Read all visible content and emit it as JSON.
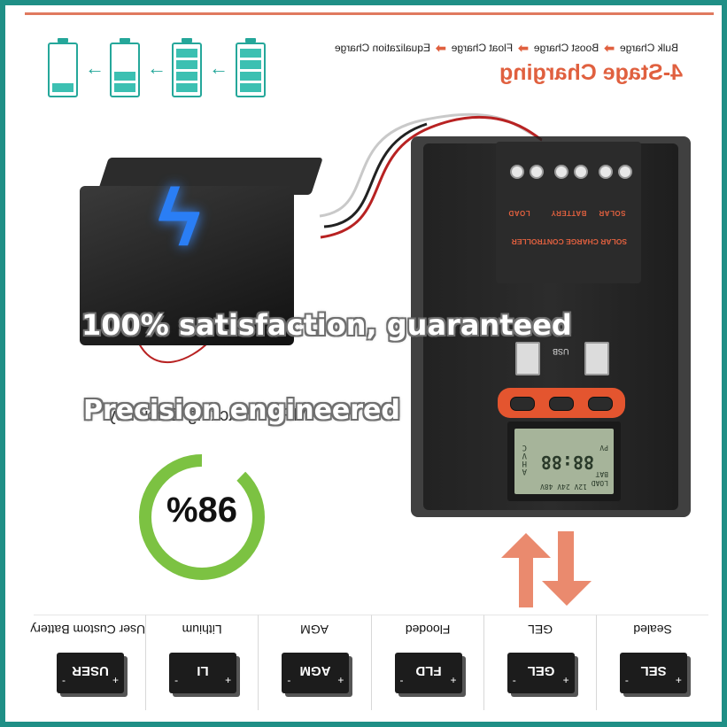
{
  "header": {
    "title": "4-Stage Charging",
    "stages": [
      "Bulk Charge",
      "Boost Charge",
      "Float Charge",
      "Equalization Charge"
    ],
    "arrow_glyph": "➡"
  },
  "battery_fill_levels": [
    0.25,
    0.5,
    1.0,
    1.0
  ],
  "controller": {
    "product_name": "SOLAR CHARGE CONTROLLER",
    "terminals": [
      "LOAD",
      "BATTERY",
      "SOLAR"
    ],
    "usb_label": "USB",
    "lcd": {
      "voltages": "12V 24V 48V",
      "digits": "88:88",
      "units": "AHVC",
      "indicators": [
        "LOAD",
        "BAT",
        "PV"
      ]
    }
  },
  "overlays": {
    "satisfaction": "100% satisfaction, guaranteed",
    "precision": "Precision engineered"
  },
  "efficiency": {
    "mirrored_caption": "MPPT Tracking Efficiency",
    "value_text": "%86",
    "ring_color": "#7cc242"
  },
  "battery_types": [
    {
      "label": "User Custom Battery",
      "code": "USER"
    },
    {
      "label": "Lithium",
      "code": "LI"
    },
    {
      "label": "AGM",
      "code": "AGM"
    },
    {
      "label": "Flooded",
      "code": "FLD"
    },
    {
      "label": "GEL",
      "code": "GEL"
    },
    {
      "label": "Sealed",
      "code": "SEL"
    }
  ],
  "colors": {
    "frame": "#1f8f86",
    "accent": "#e0603f",
    "battery_teal": "#25a79a"
  }
}
